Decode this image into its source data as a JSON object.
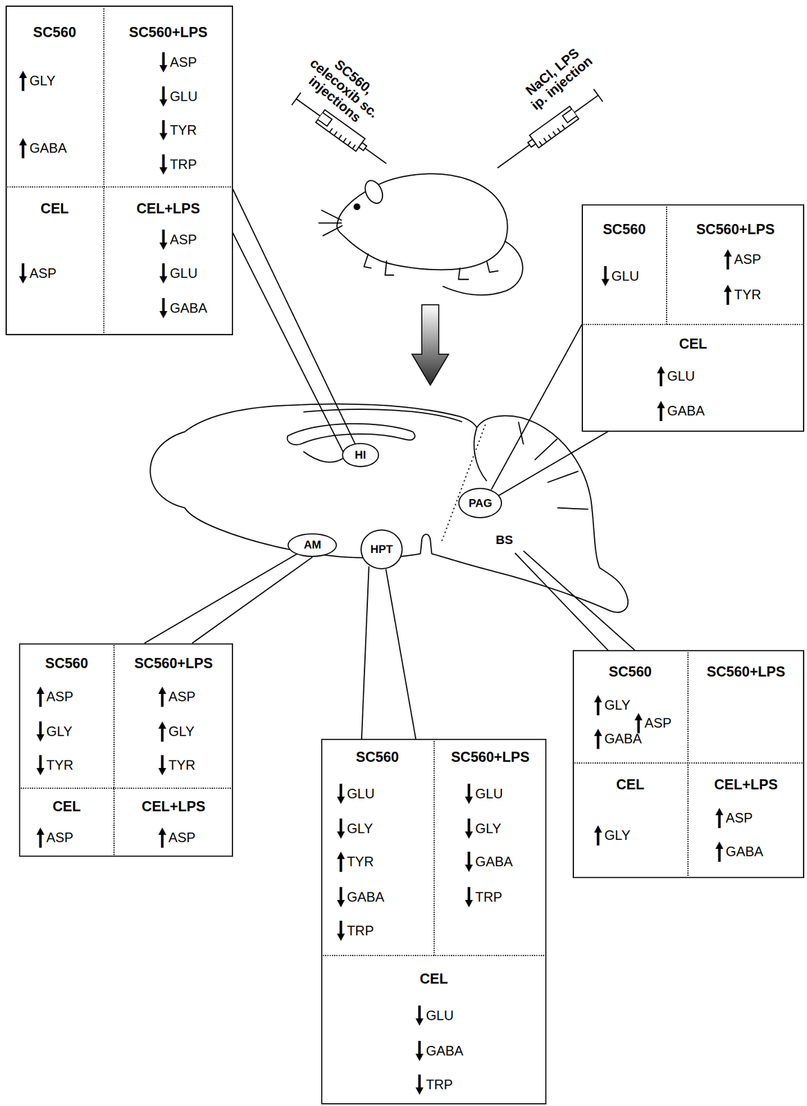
{
  "diagram": {
    "nodes": [
      {
        "text": [
          "SC560",
          "GLY",
          "GABA",
          "SC560+LPS",
          "ASP",
          "GLU",
          "TYR",
          "TRP",
          "CEL",
          "ASP",
          "CEL+LPS",
          "ASP",
          "GLU",
          "GABA"
        ]
      },
      {
        "text": [
          "SC560",
          "GLU",
          "SC560+LPS",
          "ASP",
          "TYR",
          "CEL",
          "GLU",
          "GABA"
        ]
      },
      {
        "text": [
          "HI"
        ]
      },
      {
        "text": [
          "PAG"
        ]
      },
      {
        "text": [
          "AM"
        ]
      },
      {
        "text": [
          "HPT"
        ]
      },
      {
        "text": [
          "SC560",
          "ASP",
          "GLY",
          "TYR",
          "SC560+LPS",
          "ASP",
          "GLY",
          "TYR",
          "CEL",
          "ASP",
          "CEL+LPS",
          "ASP"
        ]
      },
      {
        "text": [
          "SC560",
          "GLU",
          "GLY",
          "TYR",
          "GABA",
          "TRP",
          "SC560+LPS",
          "GLU",
          "GLY",
          "GABA",
          "TRP",
          "CEL",
          "GLU",
          "GABA",
          "TRP"
        ]
      },
      {
        "text": [
          "SC560",
          "GLY",
          "GABA",
          "SC560+LPS",
          "ASP",
          "CEL",
          "GLY",
          "CEL+LPS",
          "ASP",
          "GABA"
        ]
      }
    ],
    "edges": [
      {
        "from": 2,
        "to": 0,
        "arrow": "none"
      },
      {
        "from": 3,
        "to": 1,
        "arrow": "none"
      },
      {
        "from": 4,
        "to": 6,
        "arrow": "none"
      },
      {
        "from": 5,
        "to": 7,
        "arrow": "none"
      }
    ],
    "labels": [
      "SC560, celecoxib sc. injections",
      "NaCl, LPS ip. injection",
      "BS"
    ]
  }
}
